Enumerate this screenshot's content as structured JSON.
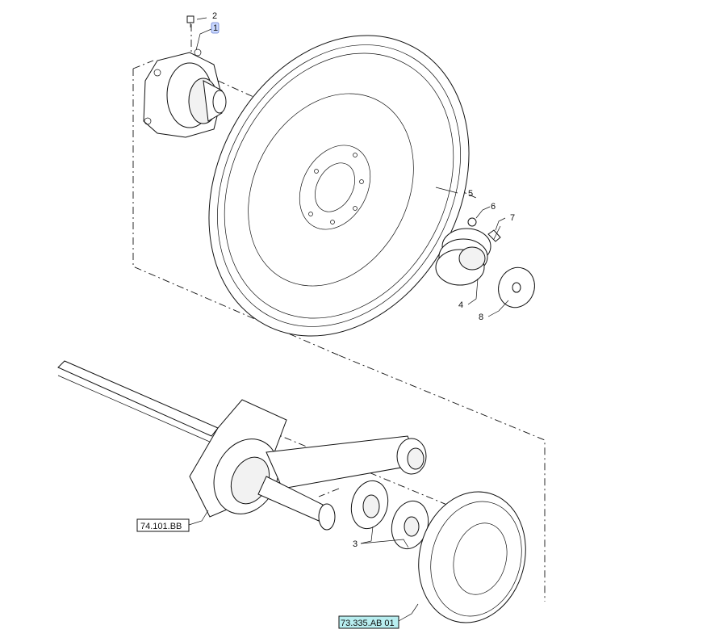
{
  "diagram": {
    "callouts": {
      "c1": "1",
      "c2": "2",
      "c3": "3",
      "c4": "4",
      "c5": "5",
      "c6": "6",
      "c7": "7",
      "c8": "8"
    },
    "references": {
      "ref_left": "74.101.BB",
      "ref_bottom": "73.335.AB 01"
    },
    "highlight_color": "#b8eef0"
  }
}
